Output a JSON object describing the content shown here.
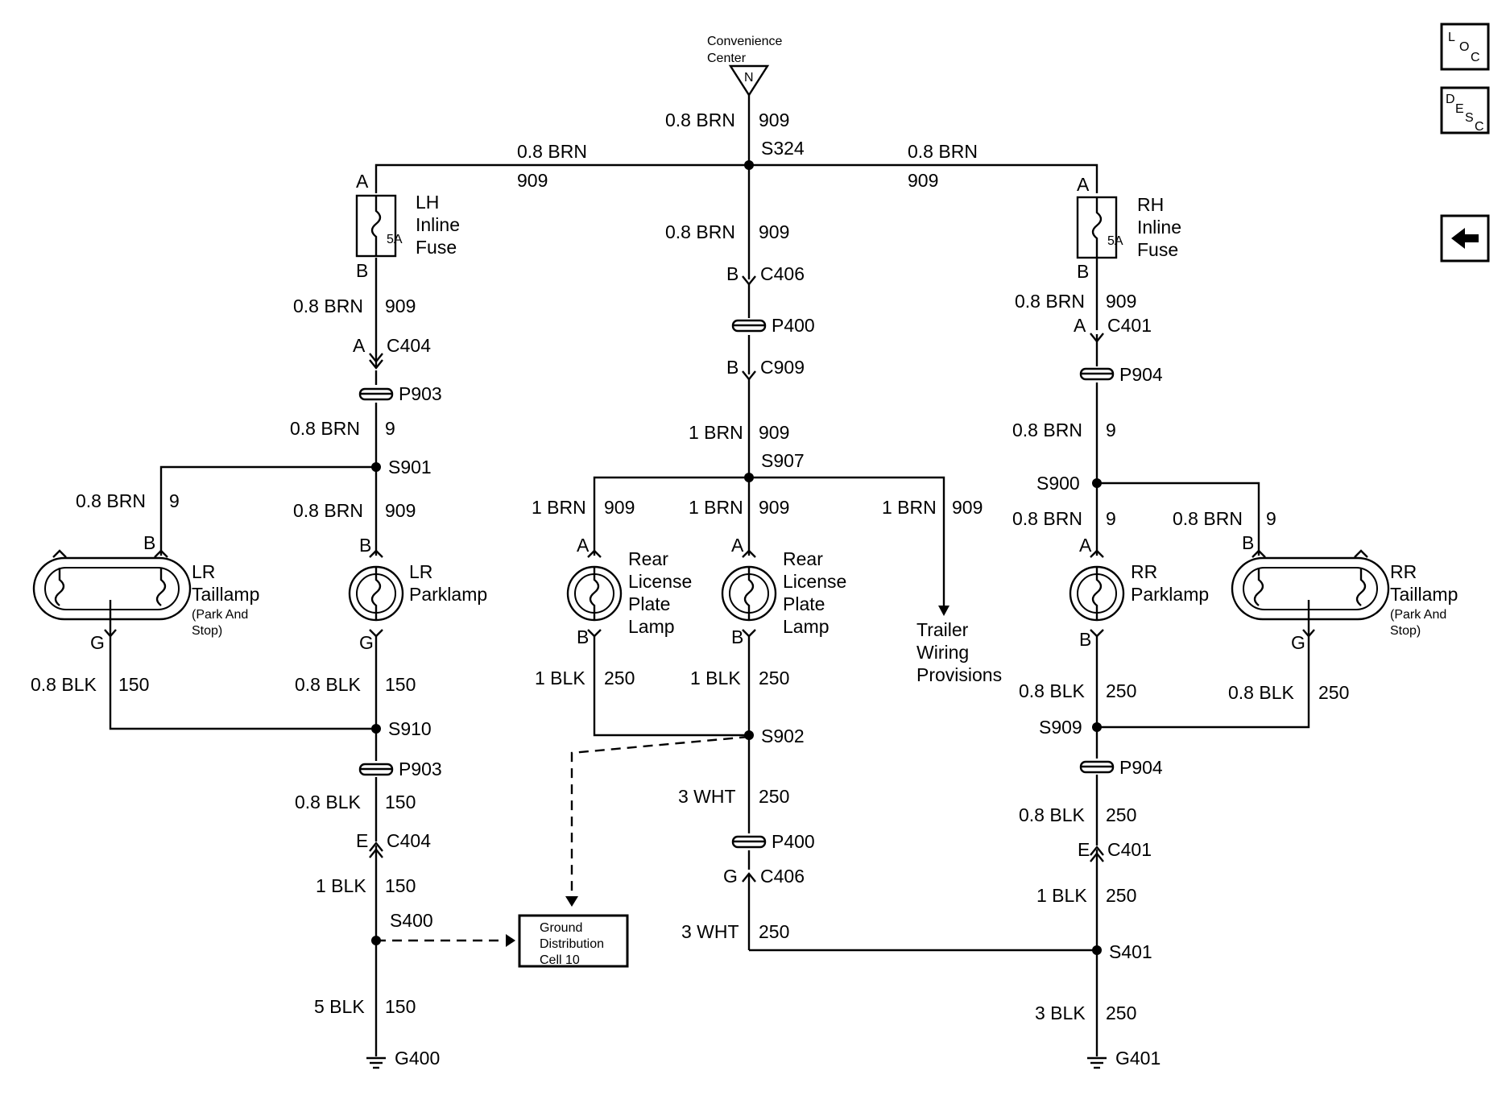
{
  "source": {
    "label_line1": "Convenience",
    "label_line2": "Center",
    "connector": "N"
  },
  "main_feed": {
    "gauge": "0.8 BRN",
    "circuit": "909",
    "splice": "S324"
  },
  "left_branch": {
    "gauge": "0.8 BRN",
    "circuit": "909"
  },
  "right_branch": {
    "gauge": "0.8 BRN",
    "circuit": "909"
  },
  "lh_fuse": {
    "pin_a": "A",
    "pin_b": "B",
    "rating": "5A",
    "line1": "LH",
    "line2": "Inline",
    "line3": "Fuse"
  },
  "rh_fuse": {
    "pin_a": "A",
    "pin_b": "B",
    "rating": "5A",
    "line1": "RH",
    "line2": "Inline",
    "line3": "Fuse"
  },
  "left": {
    "w1": {
      "gauge": "0.8 BRN",
      "circuit": "909"
    },
    "c404_top": {
      "pin": "A",
      "name": "C404"
    },
    "p903_top": "P903",
    "w2": {
      "gauge": "0.8 BRN",
      "circuit": "9"
    },
    "s901": "S901",
    "w3": {
      "gauge": "0.8 BRN",
      "circuit": "9"
    },
    "w4": {
      "gauge": "0.8 BRN",
      "circuit": "909"
    },
    "lr_taillamp": {
      "pin_top": "B",
      "pin_bottom": "G",
      "line1": "LR",
      "line2": "Taillamp",
      "line3": "(Park And",
      "line4": "Stop)"
    },
    "lr_parklamp": {
      "pin_top": "B",
      "pin_bottom": "G",
      "line1": "LR",
      "line2": "Parklamp"
    },
    "w5": {
      "gauge": "0.8 BLK",
      "circuit": "150"
    },
    "w6": {
      "gauge": "0.8 BLK",
      "circuit": "150"
    },
    "s910": "S910",
    "p903_bottom": "P903",
    "w7": {
      "gauge": "0.8 BLK",
      "circuit": "150"
    },
    "c404_bottom": {
      "pin": "E",
      "name": "C404"
    },
    "w8": {
      "gauge": "1 BLK",
      "circuit": "150"
    },
    "s400": "S400",
    "w9": {
      "gauge": "5 BLK",
      "circuit": "150"
    },
    "ground": "G400"
  },
  "center": {
    "w1": {
      "gauge": "0.8 BRN",
      "circuit": "909"
    },
    "c406_top": {
      "pin": "B",
      "name": "C406"
    },
    "p400_top": "P400",
    "c909": {
      "pin": "B",
      "name": "C909"
    },
    "w2": {
      "gauge": "1 BRN",
      "circuit": "909"
    },
    "s907": "S907",
    "w3": {
      "gauge": "1 BRN",
      "circuit": "909"
    },
    "w4": {
      "gauge": "1 BRN",
      "circuit": "909"
    },
    "w5": {
      "gauge": "1 BRN",
      "circuit": "909"
    },
    "lamp_left": {
      "pin_top": "A",
      "pin_bottom": "B",
      "line1": "Rear",
      "line2": "License",
      "line3": "Plate",
      "line4": "Lamp"
    },
    "lamp_right": {
      "pin_top": "A",
      "pin_bottom": "B",
      "line1": "Rear",
      "line2": "License",
      "line3": "Plate",
      "line4": "Lamp"
    },
    "trailer": {
      "line1": "Trailer",
      "line2": "Wiring",
      "line3": "Provisions"
    },
    "w6": {
      "gauge": "1 BLK",
      "circuit": "250"
    },
    "w7": {
      "gauge": "1 BLK",
      "circuit": "250"
    },
    "s902": "S902",
    "w8": {
      "gauge": "3 WHT",
      "circuit": "250"
    },
    "p400_bottom": "P400",
    "c406_bottom": {
      "pin": "G",
      "name": "C406"
    },
    "w9": {
      "gauge": "3 WHT",
      "circuit": "250"
    }
  },
  "ground_distribution": {
    "line1": "Ground",
    "line2": "Distribution",
    "line3": "Cell 10"
  },
  "right": {
    "w1": {
      "gauge": "0.8 BRN",
      "circuit": "909"
    },
    "c401_top": {
      "pin": "A",
      "name": "C401"
    },
    "p904_top": "P904",
    "w2": {
      "gauge": "0.8 BRN",
      "circuit": "9"
    },
    "s900": "S900",
    "w3": {
      "gauge": "0.8 BRN",
      "circuit": "9"
    },
    "w4": {
      "gauge": "0.8 BRN",
      "circuit": "9"
    },
    "rr_parklamp": {
      "pin_top": "A",
      "pin_bottom": "B",
      "line1": "RR",
      "line2": "Parklamp"
    },
    "rr_taillamp": {
      "pin_top": "B",
      "pin_bottom": "G",
      "line1": "RR",
      "line2": "Taillamp",
      "line3": "(Park And",
      "line4": "Stop)"
    },
    "w5": {
      "gauge": "0.8 BLK",
      "circuit": "250"
    },
    "w6": {
      "gauge": "0.8 BLK",
      "circuit": "250"
    },
    "s909": "S909",
    "p904_bottom": "P904",
    "w7": {
      "gauge": "0.8 BLK",
      "circuit": "250"
    },
    "c401_bottom": {
      "pin": "E",
      "name": "C401"
    },
    "w8": {
      "gauge": "1 BLK",
      "circuit": "250"
    },
    "s401": "S401",
    "w9": {
      "gauge": "3 BLK",
      "circuit": "250"
    },
    "ground": "G401"
  },
  "nav": {
    "loc": {
      "l": "L",
      "o": "O",
      "c": "C"
    },
    "desc": {
      "d": "D",
      "e": "E",
      "s": "S",
      "c": "C"
    },
    "back_icon": "left-arrow-icon"
  }
}
